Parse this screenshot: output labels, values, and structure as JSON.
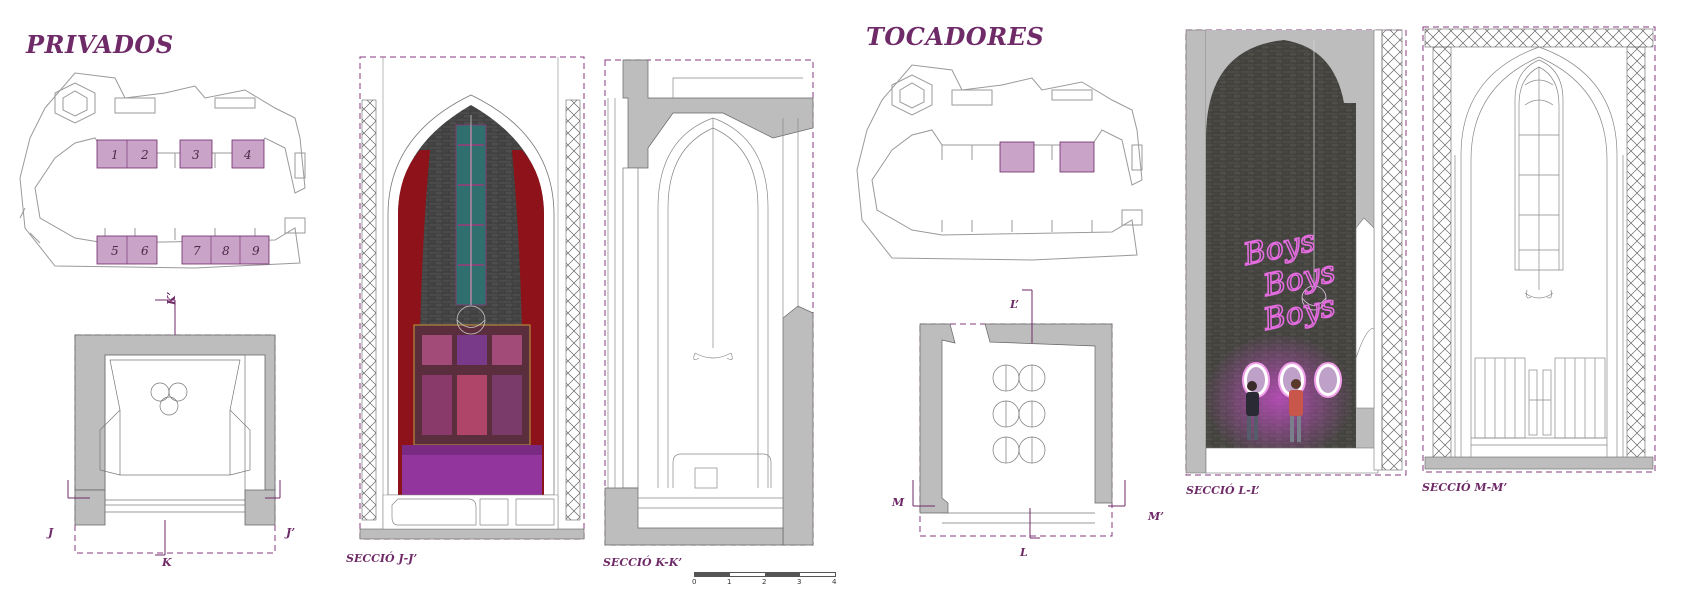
{
  "sections": {
    "privados_title": "PRIVADOS",
    "tocadores_title": "TOCADORES"
  },
  "privados": {
    "rooms": [
      "1",
      "2",
      "3",
      "4",
      "5",
      "6",
      "7",
      "8",
      "9"
    ],
    "cut_labels": {
      "j": "J",
      "j_prime": "J’",
      "k_top": "K’",
      "k_bottom": "K"
    }
  },
  "tocadores": {
    "cut_labels": {
      "l_top": "L’",
      "l_bottom": "L",
      "m": "M",
      "m_prime": "M’"
    },
    "neon_sign": [
      "Boys",
      "Boys",
      "Boys"
    ]
  },
  "captions": {
    "jj": "SECCIÓ J-J’",
    "kk": "SECCIÓ K-K’",
    "ll": "SECCIÓ L-L’",
    "mm": "SECCIÓ M-M’"
  },
  "scale_bar": [
    "0",
    "1",
    "2",
    "3",
    "4"
  ],
  "colors": {
    "accent": "#6f2a68",
    "room_fill": "#c9a3c8",
    "wall_fill": "#bdbdbd",
    "dash": "#8a3a82",
    "neon": "#e46be0"
  }
}
